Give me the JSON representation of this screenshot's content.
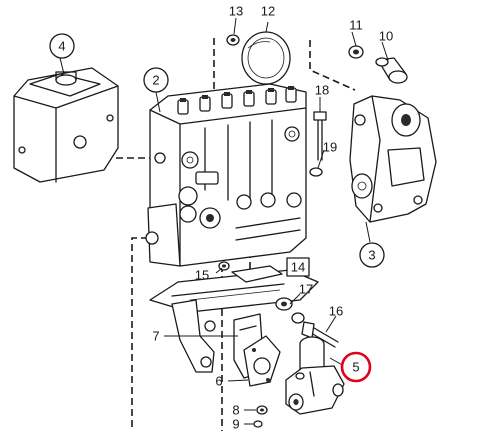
{
  "callouts": {
    "n2": "2",
    "n3": "3",
    "n4": "4",
    "n5": "5",
    "n6": "6",
    "n7": "7",
    "n8": "8",
    "n9": "9",
    "n10": "10",
    "n11": "11",
    "n12": "12",
    "n13": "13",
    "n14": "14",
    "n15": "15",
    "n16": "16",
    "n17": "17",
    "n18": "18",
    "n19": "19"
  },
  "highlight_color": "#e2001a"
}
